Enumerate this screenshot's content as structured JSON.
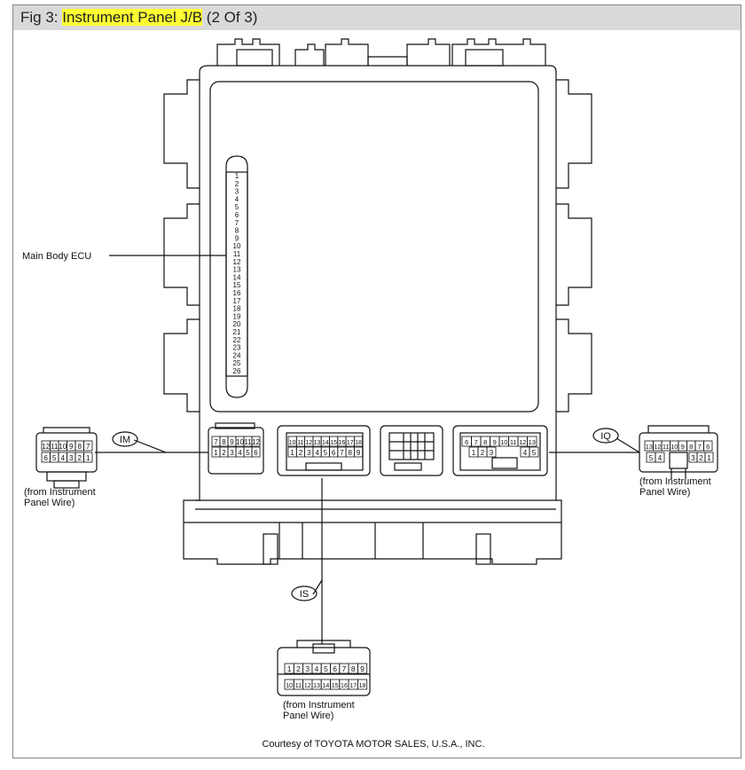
{
  "title": {
    "prefix": "Fig 3: ",
    "highlight": "Instrument Panel J/B",
    "suffix": " (2 Of 3)",
    "highlight_color": "#ffff33"
  },
  "labels": {
    "main_body_ecu": "Main Body ECU",
    "im": "IM",
    "iq": "IQ",
    "is": "IS",
    "from_line1": "(from Instrument",
    "from_line2": "Panel Wire)",
    "courtesy": "Courtesy of TOYOTA MOTOR SALES, U.S.A., INC."
  },
  "ecu_pins": [
    "1",
    "2",
    "3",
    "4",
    "5",
    "6",
    "7",
    "8",
    "9",
    "10",
    "11",
    "12",
    "13",
    "14",
    "15",
    "16",
    "17",
    "18",
    "19",
    "20",
    "21",
    "22",
    "23",
    "24",
    "25",
    "26"
  ],
  "connectors": {
    "im_top": [
      "12",
      "11",
      "10",
      "9",
      "8",
      "7"
    ],
    "im_bottom": [
      "6",
      "5",
      "4",
      "3",
      "2",
      "1"
    ],
    "im_jb_top": [
      "7",
      "8",
      "9",
      "10",
      "11",
      "12"
    ],
    "im_jb_bottom": [
      "1",
      "2",
      "3",
      "4",
      "5",
      "6"
    ],
    "is_jb_top": [
      "10",
      "11",
      "12",
      "13",
      "14",
      "15",
      "16",
      "17",
      "18"
    ],
    "is_jb_bottom": [
      "1",
      "2",
      "3",
      "4",
      "5",
      "6",
      "7",
      "8",
      "9"
    ],
    "iq_jb_top": [
      "6",
      "7",
      "8",
      "9",
      "10",
      "11",
      "12",
      "13"
    ],
    "iq_jb_bottom_left": [
      "1",
      "2",
      "3"
    ],
    "iq_jb_bottom_right": [
      "4",
      "5"
    ],
    "iq_top": [
      "13",
      "12",
      "11",
      "10",
      "9",
      "8",
      "7",
      "6"
    ],
    "iq_bottom_left": [
      "5",
      "4"
    ],
    "iq_bottom_right": [
      "3",
      "2",
      "1"
    ],
    "is_top": [
      "1",
      "2",
      "3",
      "4",
      "5",
      "6",
      "7",
      "8",
      "9"
    ],
    "is_bottom": [
      "10",
      "11",
      "12",
      "13",
      "14",
      "15",
      "16",
      "17",
      "18"
    ]
  },
  "colors": {
    "line": "#111111",
    "frame": "#8a8a8a",
    "title_bg": "#d9d9d9"
  }
}
